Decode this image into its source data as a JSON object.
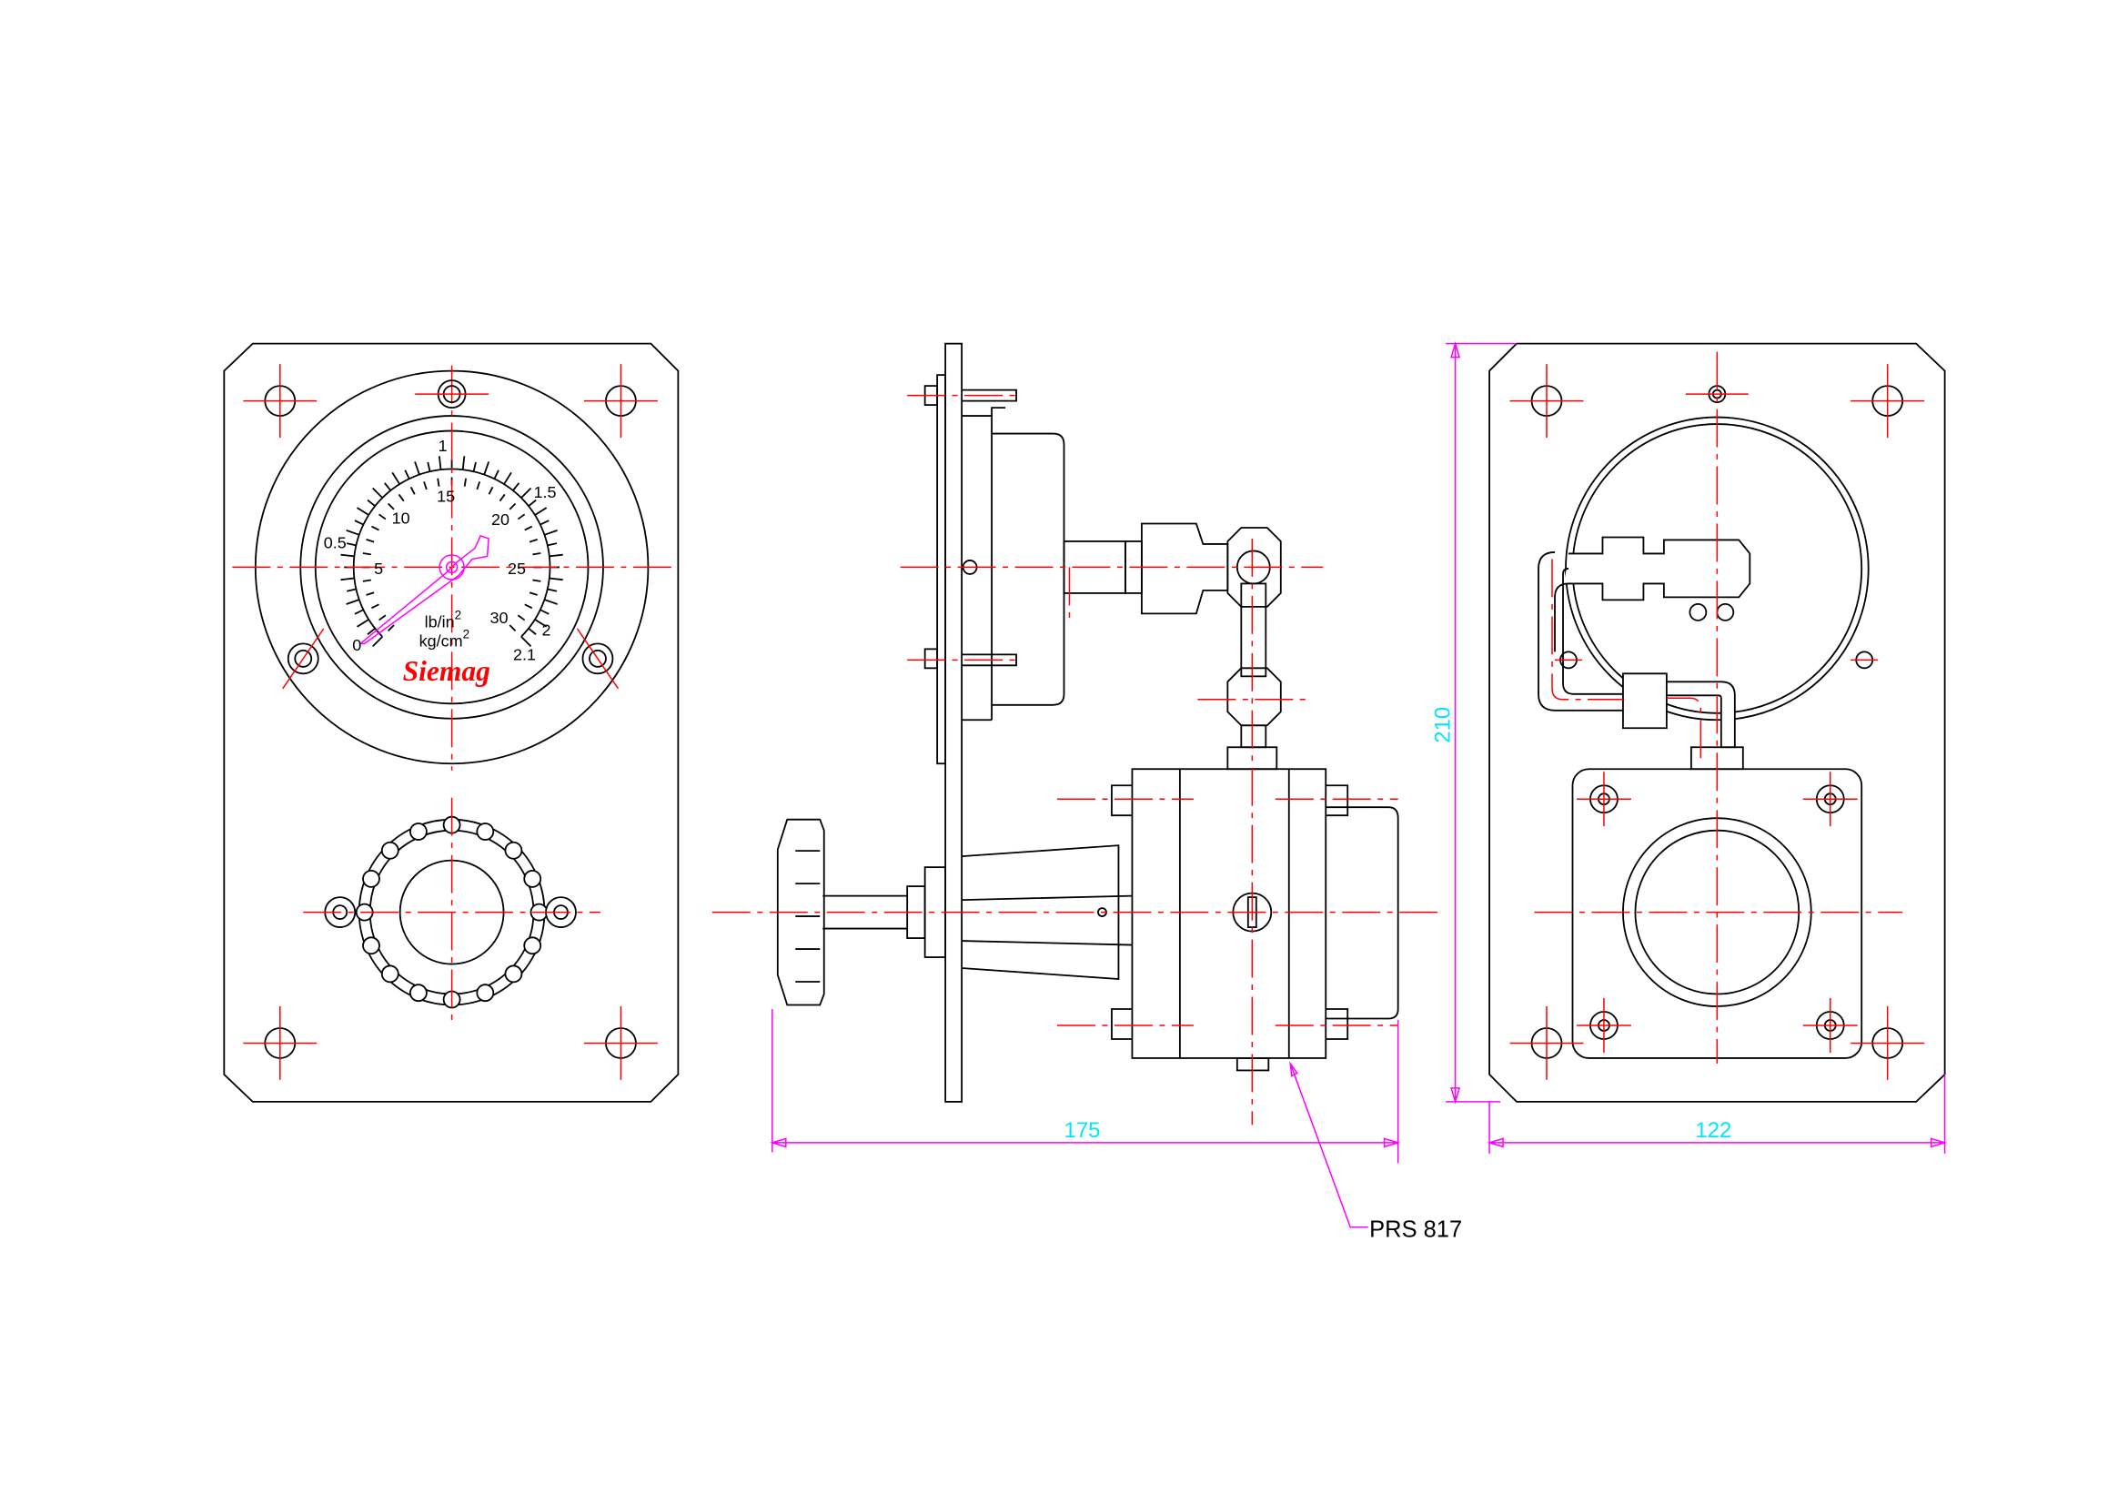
{
  "gauge": {
    "outer_scale_labels": [
      "0.5",
      "1",
      "1.5",
      "2",
      "2.1"
    ],
    "inner_scale_labels": [
      "0",
      "5",
      "10",
      "15",
      "20",
      "25",
      "30"
    ],
    "unit_top": "lb/in",
    "unit_top_sup": "2",
    "unit_bottom": "kg/cm",
    "unit_bottom_sup": "2",
    "brand": "Siemag"
  },
  "dimensions": {
    "width_side": "175",
    "width_rear": "122",
    "height": "210"
  },
  "part_label": "PRS 817",
  "colors": {
    "centerline": "#ff0000",
    "dimension": "#ff00ff",
    "dimension_text": "#00e5ff",
    "needle": "#ff00ff"
  }
}
